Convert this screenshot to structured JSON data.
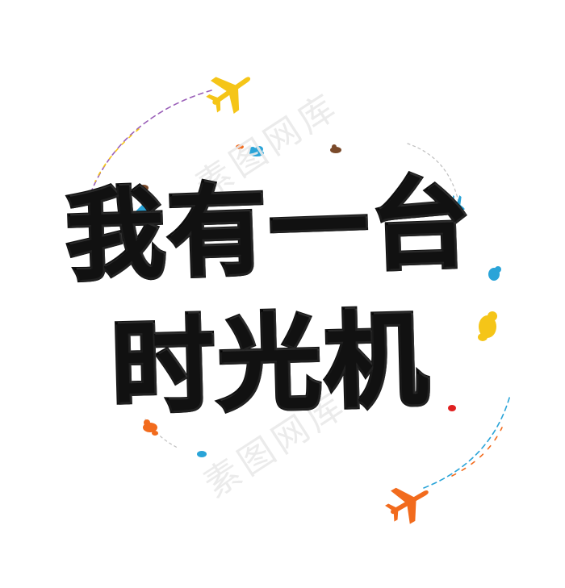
{
  "headline": {
    "line1": "我有一台",
    "line2": "时光机"
  },
  "watermark": {
    "text": "素图网库",
    "text2": "素图网库"
  },
  "colors": {
    "text": "#111111",
    "airplane_top": "#F5C518",
    "airplane_bottom": "#F26B1D",
    "airplane_small": "#2AA4D8",
    "cloud_blue": "#2AA4D8",
    "cloud_yellow": "#F5C518",
    "cloud_brown": "#7A4A2A",
    "cloud_orange": "#F26B1D",
    "accent_red": "#E02020"
  },
  "icons": [
    "airplane-icon",
    "cloud-icon"
  ]
}
